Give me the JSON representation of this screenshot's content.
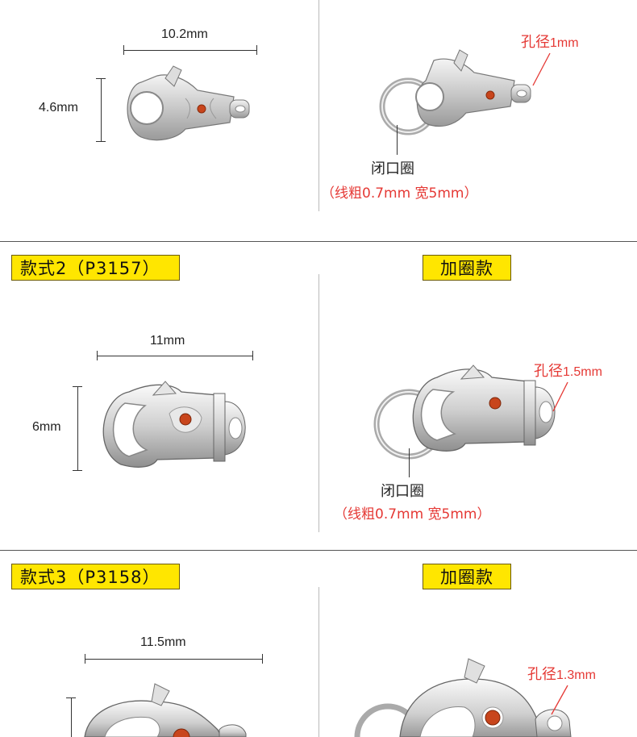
{
  "section1": {
    "width_dim": "10.2mm",
    "height_dim": "4.6mm",
    "hole_label": "孔径",
    "hole_size": "1mm",
    "ring_label": "闭口圈",
    "ring_spec": "（线粗0.7mm  宽5mm）"
  },
  "section2": {
    "style_tag": "款式2（P3157）",
    "ring_tag": "加圈款",
    "width_dim": "11mm",
    "height_dim": "6mm",
    "hole_label": "孔径",
    "hole_size": "1.5mm",
    "ring_label": "闭口圈",
    "ring_spec": "（线粗0.7mm  宽5mm）"
  },
  "section3": {
    "style_tag": "款式3（P3158）",
    "ring_tag": "加圈款",
    "width_dim": "11.5mm",
    "hole_label": "孔径",
    "hole_size": "1.3mm"
  },
  "colors": {
    "accent_red": "#e53935",
    "tag_yellow": "#ffe600",
    "gem": "#c8451c"
  }
}
